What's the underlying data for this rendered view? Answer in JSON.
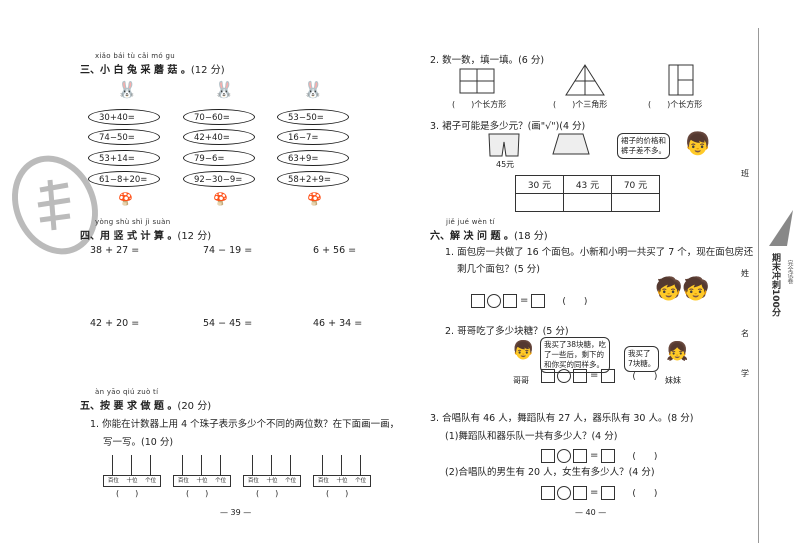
{
  "left": {
    "s3": {
      "pinyin": "xiǎo bái tù cǎi mó gu",
      "title": "三、小 白 兔 采 蘑 菇 。",
      "points": "(12 分)",
      "col1": [
        "30+40=",
        "74−50=",
        "53+14=",
        "61−8+20="
      ],
      "col2": [
        "70−60=",
        "42+40=",
        "79−6=",
        "92−30−9="
      ],
      "col3": [
        "53−50=",
        "16−7=",
        "63+9=",
        "58+2+9="
      ]
    },
    "s4": {
      "pinyin": "yòng shù shì jì suàn",
      "title": "四、用 竖 式 计 算 。",
      "points": "(12 分)",
      "row1": [
        "38 + 27 =",
        "74 − 19 =",
        "6 + 56 ="
      ],
      "row2": [
        "42 + 20 =",
        "54 − 45 =",
        "46 + 34 ="
      ]
    },
    "s5": {
      "pinyin": "àn yāo qiú zuò tí",
      "title": "五、按 要 求 做 题 。",
      "points": "(20 分)",
      "q1a": "1. 你能在计数器上用 4 个珠子表示多少个不同的两位数？在下面画一画，",
      "q1b": "写一写。(10 分)",
      "places": [
        "百位",
        "十位",
        "个位"
      ],
      "paren": "(　　)"
    },
    "page_no": "— 39 —"
  },
  "right": {
    "q2": "2. 数一数，填一填。(6 分)",
    "fig_labels": [
      "(　　)个长方形",
      "(　　)个三角形",
      "(　　)个长方形"
    ],
    "q3": "3. 裙子可能是多少元？(画\"√\")(4 分)",
    "price_tag": "45元",
    "bubble1a": "裙子的价格和",
    "bubble1b": "裤子差不多。",
    "choices": [
      "30 元",
      "43 元",
      "70 元"
    ],
    "s6": {
      "pinyin": "jiě jué wèn tí",
      "title": "六、解 决 问 题 。",
      "points": "(18 分)"
    },
    "p1a": "1. 面包房一共做了 16 个面包。小新和小明一共买了 7 个，现在面包房还",
    "p1b": "剩几个面包？(5 分)",
    "p2": "2. 哥哥吃了多少块糖？(5 分)",
    "b2a": "我买了38块糖，吃",
    "b2b": "了一些后，剩下的",
    "b2c": "和你买的同样多。",
    "b3a": "我买了",
    "b3b": "7块糖。",
    "gege": "哥哥",
    "meimei": "妹妹",
    "p3": "3. 合唱队有 46 人，舞蹈队有 27 人，器乐队有 30 人。(8 分)",
    "p3a": "(1)舞蹈队和器乐队一共有多少人？(4 分)",
    "p3b": "(2)合唱队的男生有 20 人，女生有多少人？(4 分)",
    "paren": "(　　)",
    "page_no": "— 40 —"
  },
  "sidebar": {
    "brand": "期末冲刺100分",
    "sub": "完全试卷",
    "v1": "班",
    "v2": "姓",
    "v3": "名",
    "v4": "学"
  }
}
